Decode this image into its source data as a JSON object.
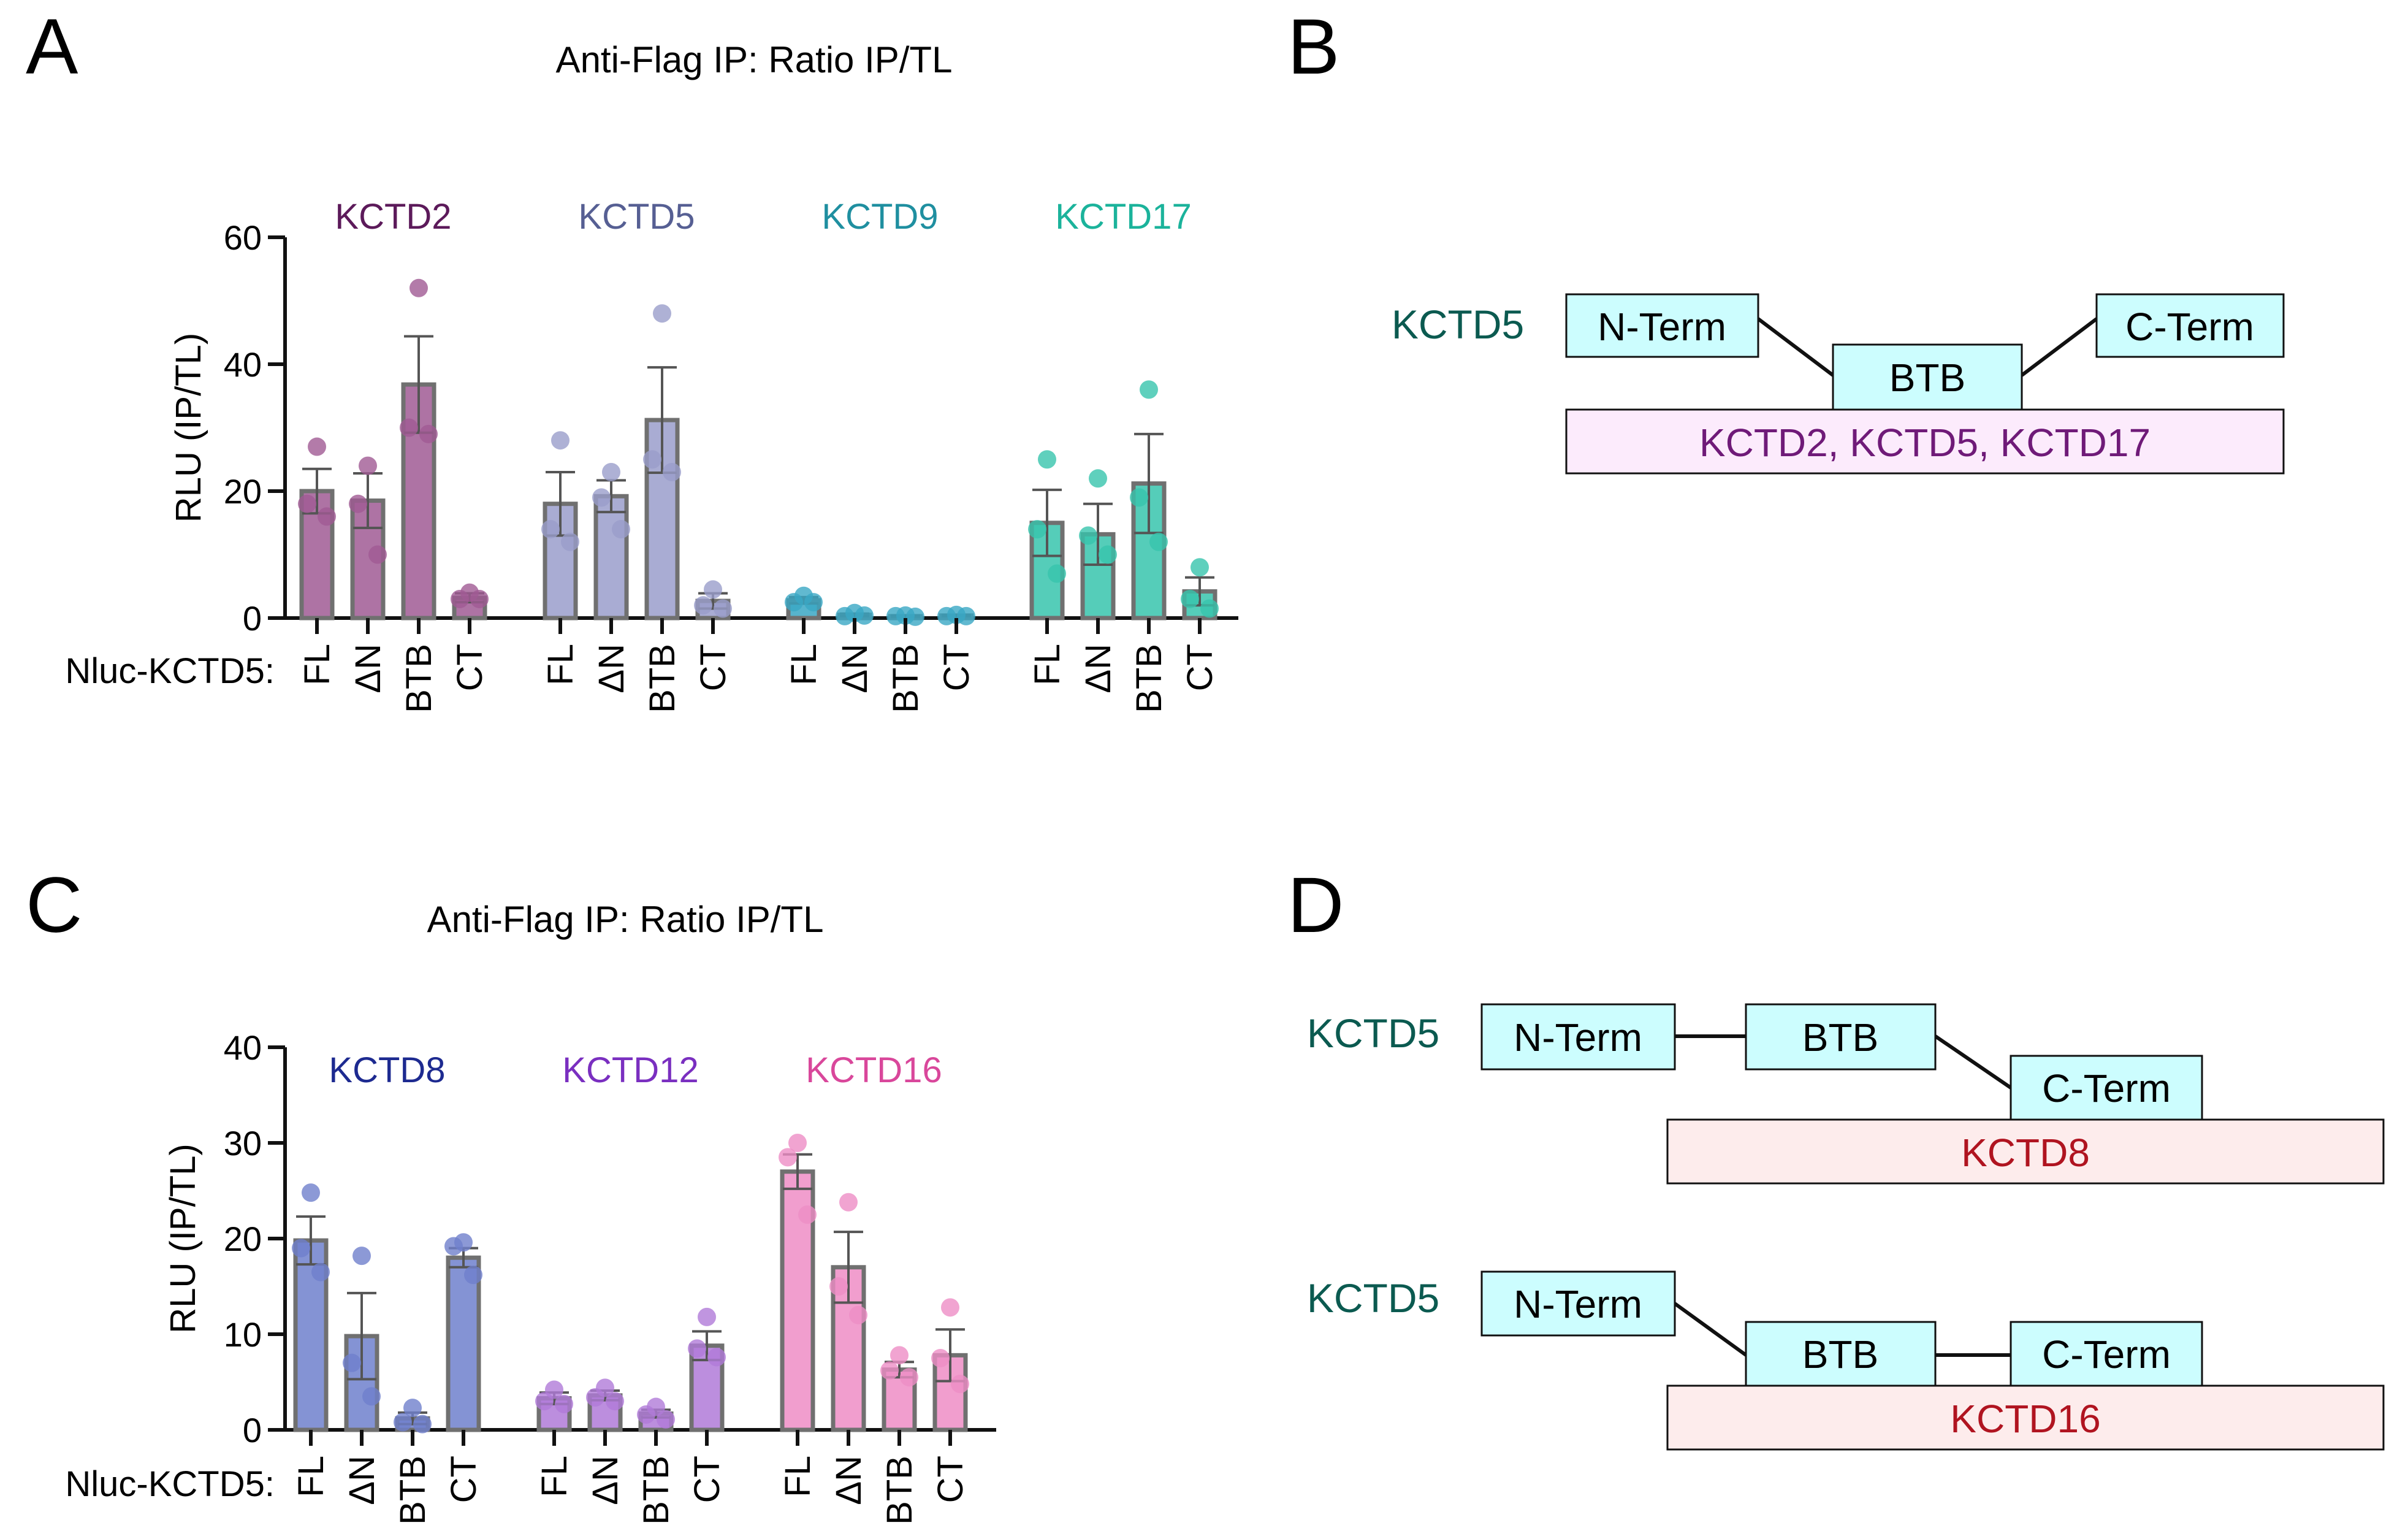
{
  "panels": {
    "A": {
      "letter": "A",
      "title": "Anti-Flag IP: Ratio IP/TL",
      "row_label": "Nluc-KCTD5:"
    },
    "B": {
      "letter": "B"
    },
    "C": {
      "letter": "C",
      "title": "Anti-Flag IP: Ratio IP/TL",
      "row_label": "Nluc-KCTD5:"
    },
    "D": {
      "letter": "D"
    }
  },
  "chart_data": [
    {
      "panel": "A",
      "type": "bar",
      "title": "Anti-Flag IP: Ratio IP/TL",
      "ylabel": "RLU (IP/TL)",
      "ylim": [
        0,
        60
      ],
      "yticks": [
        0,
        20,
        40,
        60
      ],
      "categories": [
        "FL",
        "ΔN",
        "BTB",
        "CT"
      ],
      "series": [
        {
          "name": "KCTD2",
          "color": "#a05a94",
          "label_color": "#5c1a5a",
          "values": [
            20,
            18.5,
            36.8,
            3.2
          ],
          "sem": [
            3.5,
            4.3,
            7.6,
            0.7
          ],
          "points": [
            [
              27,
              18,
              16
            ],
            [
              24,
              18,
              10
            ],
            [
              52,
              30,
              29
            ],
            [
              4,
              3,
              3
            ]
          ]
        },
        {
          "name": "KCTD5",
          "color": "#9a9ecb",
          "label_color": "#565f93",
          "values": [
            18,
            19.2,
            31.2,
            2.7
          ],
          "sem": [
            5,
            2.5,
            8.3,
            1.2
          ],
          "points": [
            [
              28,
              14,
              12
            ],
            [
              23,
              19,
              14
            ],
            [
              48,
              25,
              23
            ],
            [
              4.5,
              2,
              1.5
            ]
          ]
        },
        {
          "name": "KCTD9",
          "color": "#3aa7c4",
          "label_color": "#1f8fa0",
          "values": [
            2.8,
            0.5,
            0.3,
            0.4
          ],
          "sem": [
            0.5,
            0.2,
            0.1,
            0.1
          ],
          "points": [
            [
              3.5,
              2.5,
              2.5
            ],
            [
              0.8,
              0.3,
              0.4
            ],
            [
              0.4,
              0.3,
              0.2
            ],
            [
              0.5,
              0.3,
              0.3
            ]
          ]
        },
        {
          "name": "KCTD17",
          "color": "#37c4ad",
          "label_color": "#1bb39b",
          "values": [
            15,
            13.2,
            21.2,
            4.2
          ],
          "sem": [
            5.2,
            4.8,
            7.8,
            2.2
          ],
          "points": [
            [
              25,
              14,
              7
            ],
            [
              22,
              13,
              10
            ],
            [
              36,
              19,
              12
            ],
            [
              8,
              3,
              1.5
            ]
          ]
        }
      ]
    },
    {
      "panel": "C",
      "type": "bar",
      "title": "Anti-Flag IP: Ratio IP/TL",
      "ylabel": "RLU (IP/TL)",
      "ylim": [
        0,
        40
      ],
      "yticks": [
        0,
        10,
        20,
        30,
        40
      ],
      "categories": [
        "FL",
        "ΔN",
        "BTB",
        "CT"
      ],
      "series": [
        {
          "name": "KCTD8",
          "color": "#6f80cc",
          "label_color": "#1d2a90",
          "values": [
            19.8,
            9.8,
            1.2,
            18
          ],
          "sem": [
            2.5,
            4.5,
            0.6,
            1
          ],
          "points": [
            [
              24.8,
              19,
              16.5
            ],
            [
              18.2,
              7,
              3.5
            ],
            [
              2.3,
              0.8,
              0.6
            ],
            [
              19.6,
              19.2,
              16.2
            ]
          ]
        },
        {
          "name": "KCTD12",
          "color": "#b07ad8",
          "label_color": "#7a2fc0",
          "values": [
            3.3,
            3.6,
            1.7,
            8.8
          ],
          "sem": [
            0.6,
            0.5,
            0.4,
            1.5
          ],
          "points": [
            [
              4.2,
              3,
              2.7
            ],
            [
              4.4,
              3.4,
              3
            ],
            [
              2.4,
              1.6,
              1.1
            ],
            [
              11.8,
              8.5,
              7.6
            ]
          ]
        },
        {
          "name": "KCTD16",
          "color": "#ee8dc5",
          "label_color": "#d9479b",
          "values": [
            27,
            17,
            6.3,
            7.8
          ],
          "sem": [
            1.8,
            3.7,
            0.8,
            2.7
          ],
          "points": [
            [
              30,
              28.5,
              22.5
            ],
            [
              23.8,
              15,
              12
            ],
            [
              7.8,
              6.2,
              5.5
            ],
            [
              12.8,
              7.5,
              4.8
            ]
          ]
        }
      ]
    }
  ],
  "diagrams": {
    "B": {
      "label": "KCTD5",
      "nterm": "N-Term",
      "btb": "BTB",
      "cterm": "C-Term",
      "partner": "KCTD2, KCTD5, KCTD17"
    },
    "D1": {
      "label": "KCTD5",
      "nterm": "N-Term",
      "btb": "BTB",
      "cterm": "C-Term",
      "partner": "KCTD8"
    },
    "D2": {
      "label": "KCTD5",
      "nterm": "N-Term",
      "btb": "BTB",
      "cterm": "C-Term",
      "partner": "KCTD16"
    }
  },
  "colors": {
    "domain_fill": "#ccfdfe",
    "diagram_label": "#0b5a50",
    "partner_fill_B": "#fcebfc",
    "partner_text_B": "#6f1a78",
    "partner_fill_D": "#fdecec",
    "partner_text_D": "#b01420"
  }
}
